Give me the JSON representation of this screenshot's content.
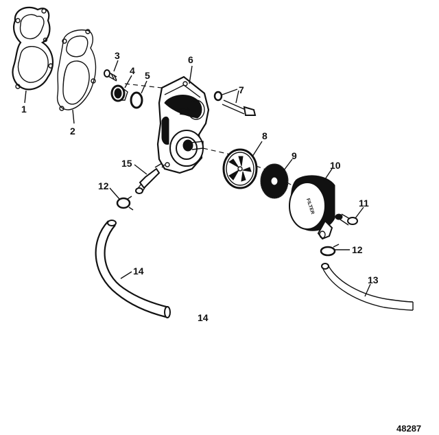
{
  "callouts": {
    "c1": "1",
    "c2": "2",
    "c3": "3",
    "c4": "4",
    "c5": "5",
    "c6": "6",
    "c7": "7",
    "c8": "8",
    "c9": "9",
    "c10": "10",
    "c11": "11",
    "c12a": "12",
    "c12b": "12",
    "c13": "13",
    "c14a": "14",
    "c14b": "14",
    "c15": "15"
  },
  "filter_label": "FILTER",
  "figure_number": "48287"
}
